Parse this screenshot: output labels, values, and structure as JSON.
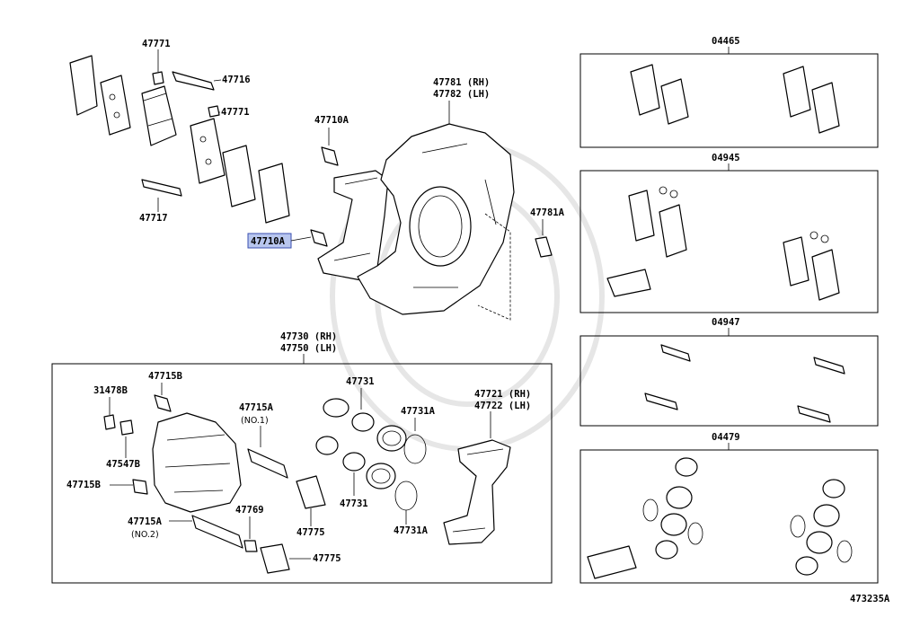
{
  "diagram": {
    "ref_code": "473235A",
    "labels": {
      "p47771_a": "47771",
      "p47716": "47716",
      "p47771_b": "47771",
      "p47717": "47717",
      "p47710a_top": "47710A",
      "p47710a_sel": "47710A",
      "p47781_rh": "47781 (RH)",
      "p47782_lh": "47782 (LH)",
      "p47781a": "47781A",
      "p47730_rh": "47730 (RH)",
      "p47750_lh": "47750 (LH)",
      "p47715b_top": "47715B",
      "p31478b": "31478B",
      "p47547b": "47547B",
      "p47715b_left": "47715B",
      "p47715a_1": "47715A",
      "no1": "(NO.1)",
      "p47715a_2": "47715A",
      "no2": "(NO.2)",
      "p47769": "47769",
      "p47775_a": "47775",
      "p47775_b": "47775",
      "p47731_top": "47731",
      "p47731_mid": "47731",
      "p47731a_top": "47731A",
      "p47731a_bot": "47731A",
      "p47721_rh": "47721 (RH)",
      "p47722_lh": "47722 (LH)"
    },
    "kits": [
      {
        "code": "04465"
      },
      {
        "code": "04945"
      },
      {
        "code": "04947"
      },
      {
        "code": "04479"
      }
    ],
    "selected_part": "47710A",
    "colors": {
      "highlight_fill": "#b8c6ee",
      "highlight_stroke": "#3a4fb0",
      "line": "#000000"
    }
  }
}
